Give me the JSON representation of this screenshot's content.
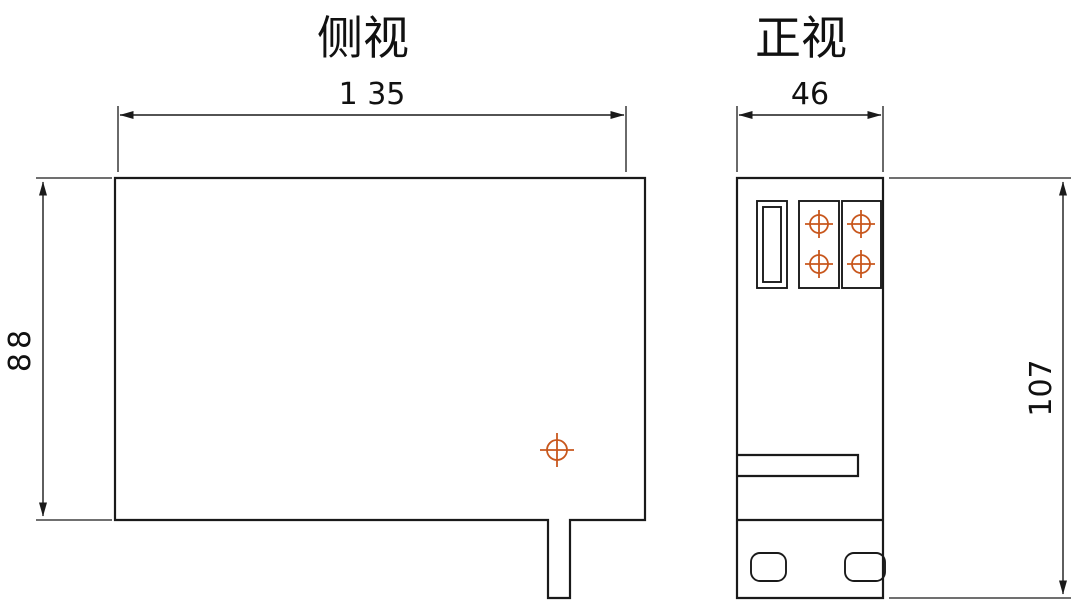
{
  "drawing": {
    "titles": {
      "side_view": "侧视",
      "front_view": "正视"
    },
    "dimensions": {
      "side_width": "1 35",
      "side_height": "88",
      "front_width": "46",
      "front_height": "107"
    },
    "colors": {
      "line": "#1a1a1a",
      "screw_accent": "#c8571d",
      "background": "#ffffff"
    },
    "icons": {
      "screw": "screw-cross-icon",
      "center_mark": "crosshair-icon"
    }
  }
}
